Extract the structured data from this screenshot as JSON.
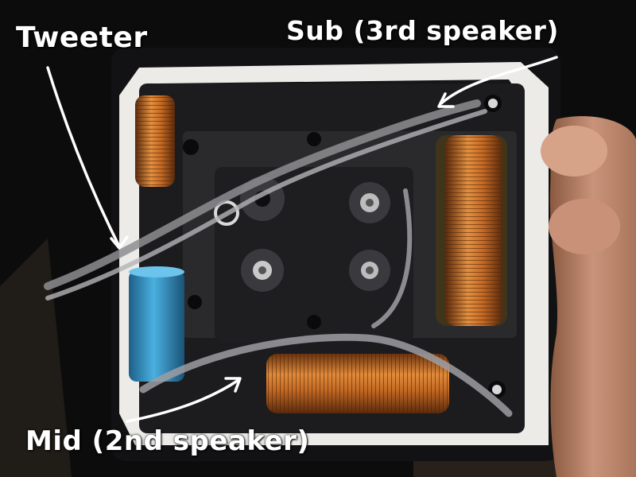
{
  "annotations": {
    "tweeter": "Tweeter",
    "sub": "Sub (3rd speaker)",
    "mid": "Mid (2nd speaker)"
  },
  "colors": {
    "annotation_text": "#ffffff",
    "arrow": "#ffffff",
    "copper_coil": "#c9702a",
    "capacitor": "#2f8fc7",
    "foam": "#ecebe8",
    "board": "#2a2a2d"
  }
}
